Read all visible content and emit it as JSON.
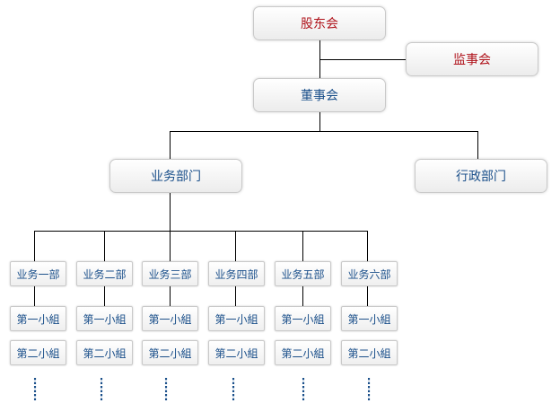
{
  "top": {
    "shareholders": "股东会",
    "supervisors": "监事会",
    "board": "董事会"
  },
  "divisions": {
    "business": "业务部门",
    "admin": "行政部门"
  },
  "departments": [
    {
      "name": "业务一部",
      "group1": "第一小組",
      "group2": "第二小組",
      "more": ":"
    },
    {
      "name": "业务二部",
      "group1": "第一小組",
      "group2": "第二小組",
      "more": ":"
    },
    {
      "name": "业务三部",
      "group1": "第一小組",
      "group2": "第二小組",
      "more": ":"
    },
    {
      "name": "业务四部",
      "group1": "第一小組",
      "group2": "第二小組",
      "more": ":"
    },
    {
      "name": "业务五部",
      "group1": "第一小組",
      "group2": "第二小組",
      "more": ":"
    },
    {
      "name": "业务六部",
      "group1": "第一小組",
      "group2": "第二小組",
      "more": ":"
    }
  ],
  "colors": {
    "label_blue": "#1a4f8a",
    "label_red": "#b0141c",
    "connector": "#000000"
  }
}
